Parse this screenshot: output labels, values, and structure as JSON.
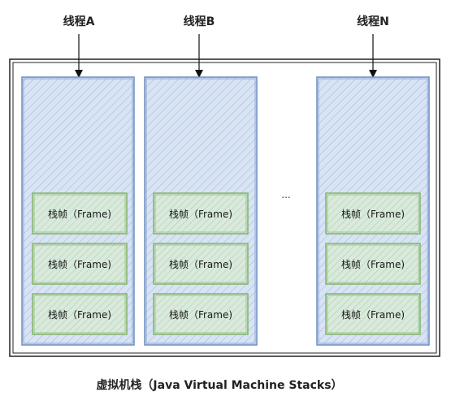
{
  "threads": [
    {
      "label": "线程A"
    },
    {
      "label": "线程B"
    },
    {
      "label": "线程N"
    }
  ],
  "frames": [
    {
      "label": "栈帧（Frame)"
    },
    {
      "label": "栈帧（Frame)"
    },
    {
      "label": "栈帧（Frame)"
    }
  ],
  "ellipsis": "...",
  "caption": "虚拟机栈（Java Virtual Machine Stacks）",
  "colors": {
    "stack_fill": "#d7e2f3",
    "stack_stroke": "#6c8ebf",
    "frame_fill": "#d5e8d4",
    "frame_stroke": "#82b366",
    "outer_border": "#222222"
  }
}
